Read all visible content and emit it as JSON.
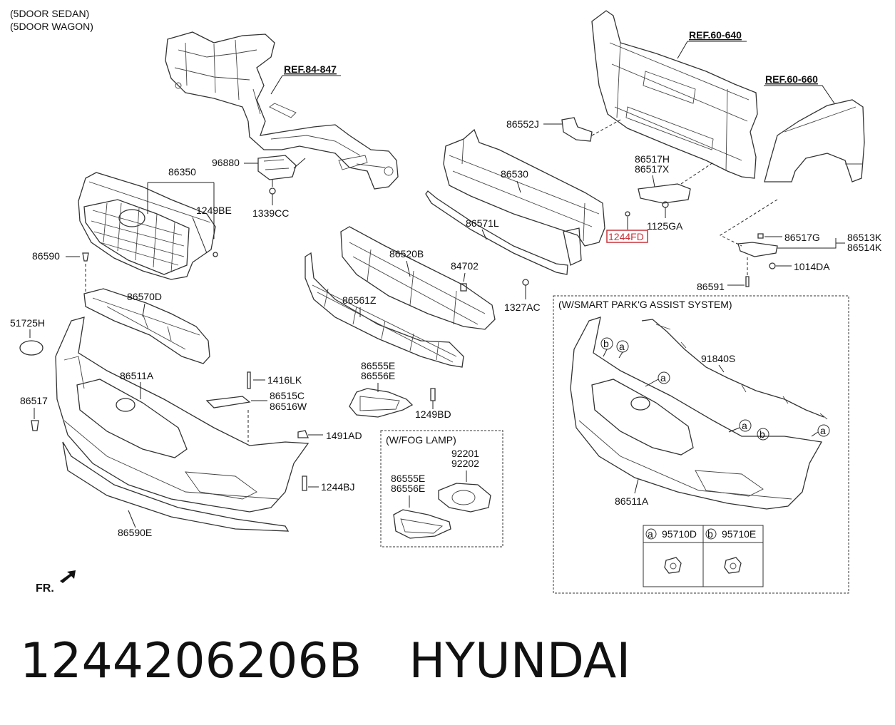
{
  "header": {
    "variant_1": "(5DOOR SEDAN)",
    "variant_2": "(5DOOR WAGON)"
  },
  "refs": {
    "r1": "REF.84-847",
    "r2": "REF.60-640",
    "r3": "REF.60-660"
  },
  "parts": {
    "p86552J": "86552J",
    "p96880": "96880",
    "p1339CC": "1339CC",
    "p86350": "86350",
    "p1249BE": "1249BE",
    "p86590": "86590",
    "p86530": "86530",
    "p86517H": "86517H",
    "p86517X": "86517X",
    "p1125GA": "1125GA",
    "p1244FD": "1244FD",
    "p86571L": "86571L",
    "p86520B": "86520B",
    "p84702": "84702",
    "p1327AC": "1327AC",
    "p86561Z": "86561Z",
    "p86570D": "86570D",
    "p51725H": "51725H",
    "p86511A": "86511A",
    "p86517": "86517",
    "p1416LK": "1416LK",
    "p86515C": "86515C",
    "p86516W": "86516W",
    "p86555E": "86555E",
    "p86556E": "86556E",
    "p1249BD": "1249BD",
    "p1491AD": "1491AD",
    "p1244BJ": "1244BJ",
    "p86590E": "86590E",
    "p92201": "92201",
    "p92202": "92202",
    "p86555E_b": "86555E",
    "p86556E_b": "86556E",
    "p86517G": "86517G",
    "p86513K": "86513K",
    "p86514K": "86514K",
    "p1014DA": "1014DA",
    "p86591": "86591",
    "p91840S": "91840S",
    "p86511A_b": "86511A",
    "p95710D": "95710D",
    "p95710E": "95710E"
  },
  "sections": {
    "fog": "(W/FOG LAMP)",
    "spas": "(W/SMART PARK'G ASSIST SYSTEM)"
  },
  "markers": {
    "a": "a",
    "b": "b"
  },
  "direction": "FR.",
  "highlight_color": "#c8323a",
  "caption": {
    "part_number": "1244206206B",
    "brand": "HYUNDAI"
  }
}
